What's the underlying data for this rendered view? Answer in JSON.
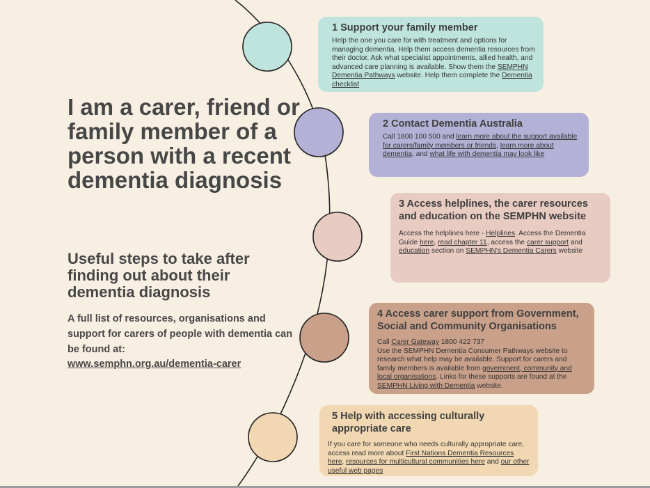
{
  "heading": {
    "title": "I am a carer, friend or family member of a person with a recent dementia diagnosis",
    "subtitle": "Useful steps to take after finding out about their dementia diagnosis",
    "intro": "A full list of resources, organisations and support for carers of people with dementia can be found at:",
    "link": "www.semphn.org.au/dementia-carer"
  },
  "colors": {
    "background": "#f8efe3",
    "step1": "#bfe4dd",
    "step2": "#b4b1d6",
    "step3": "#e8cbc1",
    "step4": "#c9a08a",
    "step5": "#f2d8b2"
  },
  "steps": [
    {
      "title": "1 Support your family member",
      "text": "Help the one you care for with treatment and options for managing dementia. Help them access dementia resources from their doctor. Ask what specialist appointments, allied health, and advanced care planning is available. Show them the",
      "link1": "SEMPHN Dementia Pathways",
      "text2": "website. Help them complete the",
      "link2": "Dementia checklist"
    },
    {
      "title": "2 Contact Dementia Australia",
      "text": "Call 1800 100 500 and",
      "link1": "learn more about the support available for carers/family members or friends",
      "text2": ",",
      "link2": "learn more about dementia",
      "text3": ", and",
      "link3": "what life with dementia may look like"
    },
    {
      "title": "3 Access helplines, the carer resources and education on the SEMPHN website",
      "text": "Access the helplines here -",
      "link1": "Helplines",
      "text2": ". Access the Dementia Guide",
      "link2": "here",
      "text3": ",",
      "link3": "read chapter 11",
      "text4": ", access the",
      "link4": "carer support",
      "text5": "and",
      "link5": "education",
      "text6": "section on",
      "link6": "SEMPHN's Dementia Carers",
      "text7": "website"
    },
    {
      "title": "4 Access carer support from Government, Social and Community Organisations",
      "text": "Call",
      "link1": "Carer Gateway",
      "text2": "1800 422 737",
      "text3": "Use the SEMPHN Dementia Consumer Pathways website to research what help may be available. Support for carers and family members is available from",
      "link2": "government, community and local organisations",
      "text4": ". Links for these supports are found at the",
      "link3": "SEMPHN Living with Dementia",
      "text5": "website."
    },
    {
      "title": "5 Help with accessing culturally appropriate care",
      "text": "If you care for someone who needs culturally appropriate care, access read more about",
      "link1": "First Nations Dementia Resources here",
      "text2": ",",
      "link2": "resources for multicultural communities here",
      "text3": "and",
      "link3": "our other useful web pages"
    }
  ]
}
